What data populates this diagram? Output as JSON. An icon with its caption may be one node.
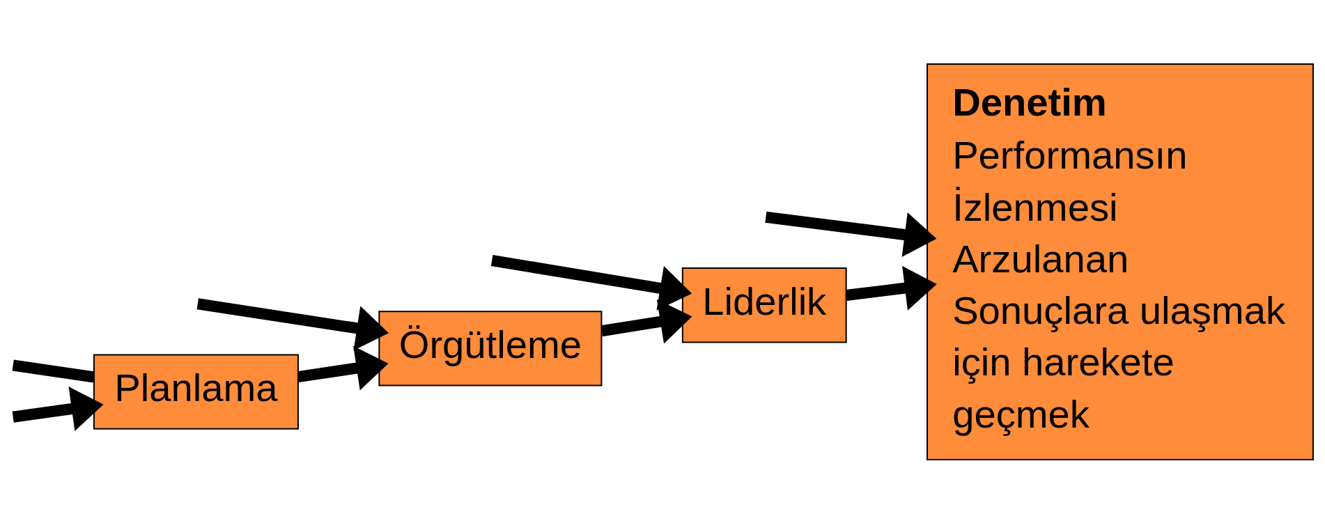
{
  "diagram": {
    "nodes": [
      {
        "text": [
          "Planlama"
        ]
      },
      {
        "text": [
          "Örgütleme"
        ]
      },
      {
        "text": [
          "Liderlik"
        ]
      },
      {
        "text": [
          "Denetim",
          "Performansın",
          "İzlenmesi",
          "Arzulanan",
          "Sonuçlara ulaşmak",
          "için harekete",
          "geçmek"
        ]
      }
    ],
    "edges": [
      {
        "from": null,
        "to": 0,
        "arrow": "none"
      },
      {
        "from": 0,
        "to": 1,
        "arrow": "to"
      },
      {
        "from": 1,
        "to": 2,
        "arrow": "to"
      },
      {
        "from": 2,
        "to": 3,
        "arrow": "to"
      },
      {
        "from": null,
        "to": 0,
        "arrow": "to"
      },
      {
        "from": null,
        "to": 1,
        "arrow": "to"
      },
      {
        "from": null,
        "to": 2,
        "arrow": "to"
      },
      {
        "from": null,
        "to": 3,
        "arrow": "to"
      }
    ]
  }
}
